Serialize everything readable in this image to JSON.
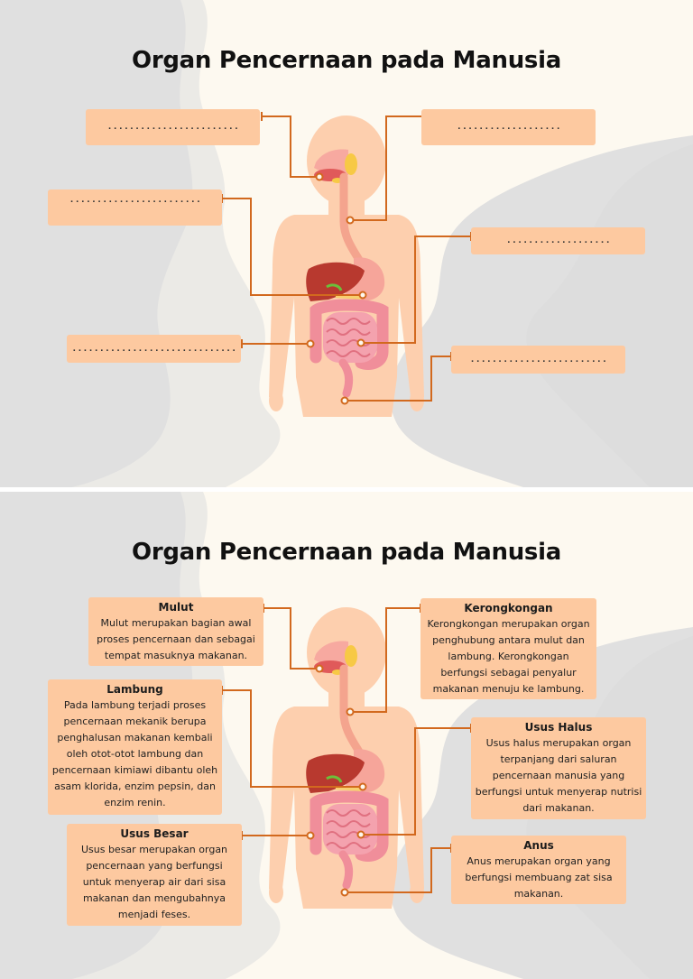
{
  "title": "Organ Pencernaan pada Manusia",
  "colors": {
    "background": "#fdf9f0",
    "blob": "#e0e0e0",
    "box": "#fdc9a0",
    "line": "#d2691e"
  },
  "worksheet": {
    "blanks": {
      "mulut": "........................",
      "kerongkongan": "...................",
      "lambung": "........................",
      "usus_halus": "...................",
      "usus_besar": "..............................",
      "anus": "........................."
    }
  },
  "answer_key": {
    "mulut": {
      "name": "Mulut",
      "text": "Mulut merupakan bagian awal proses pencernaan dan sebagai tempat masuknya makanan."
    },
    "kerongkongan": {
      "name": "Kerongkongan",
      "text": "Kerongkongan merupakan organ penghubung antara mulut dan lambung. Kerongkongan berfungsi sebagai penyalur makanan menuju ke lambung."
    },
    "lambung": {
      "name": "Lambung",
      "text": "Pada lambung terjadi proses pencernaan mekanik berupa penghalusan makanan kembali oleh otot-otot lambung dan pencernaan kimiawi dibantu oleh asam klorida, enzim pepsin, dan enzim renin."
    },
    "usus_halus": {
      "name": "Usus Halus",
      "text": "Usus halus merupakan organ terpanjang dari saluran pencernaan manusia yang berfungsi untuk menyerap nutrisi dari makanan."
    },
    "usus_besar": {
      "name": "Usus Besar",
      "text": "Usus besar merupakan organ pencernaan yang berfungsi untuk menyerap air dari sisa makanan dan mengubahnya menjadi feses."
    },
    "anus": {
      "name": "Anus",
      "text": "Anus merupakan organ yang berfungsi membuang zat sisa makanan."
    }
  }
}
